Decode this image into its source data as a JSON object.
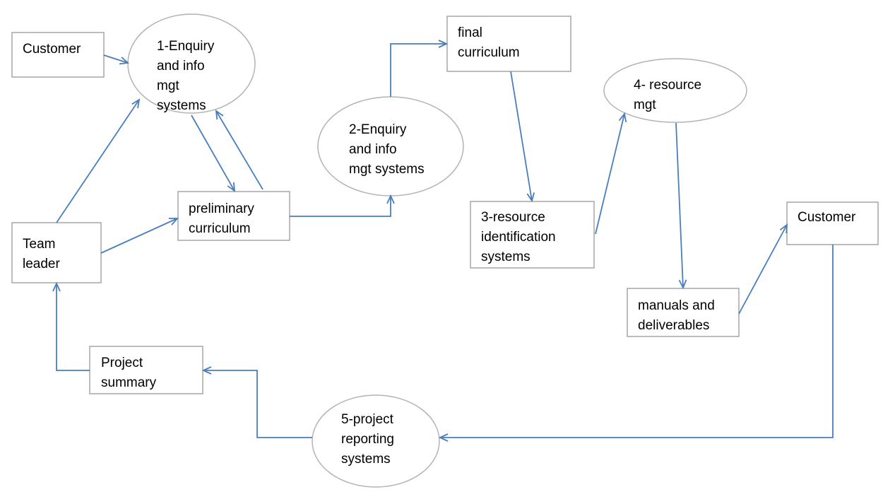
{
  "colors": {
    "arrow": "#4a7ebb",
    "box_border": "#a6a6a6",
    "ellipse_border": "#b3b3b3"
  },
  "nodes": {
    "customer_top": [
      "Customer"
    ],
    "enquiry_1": [
      "1-Enquiry",
      "and info",
      "mgt",
      "systems"
    ],
    "final_curriculum": [
      "final",
      "curriculum"
    ],
    "resource_mgt_4": [
      "4- resource",
      "mgt"
    ],
    "enquiry_2": [
      "2-Enquiry",
      "and info",
      "mgt systems"
    ],
    "preliminary_curriculum": [
      "preliminary",
      "curriculum"
    ],
    "team_leader": [
      "Team",
      "leader"
    ],
    "resource_identification_3": [
      "3-resource",
      "identification",
      "systems"
    ],
    "customer_right": [
      "Customer"
    ],
    "manuals_deliverables": [
      "manuals and",
      "deliverables"
    ],
    "project_summary": [
      "Project",
      "summary"
    ],
    "project_reporting_5": [
      "5-project",
      "reporting",
      "systems"
    ]
  }
}
